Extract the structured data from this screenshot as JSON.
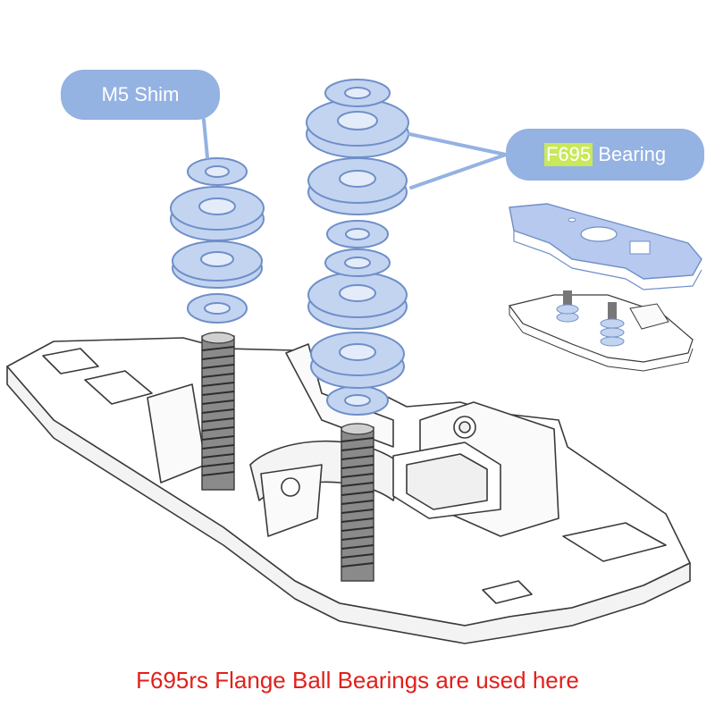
{
  "callouts": {
    "shim_label": "M5 Shim",
    "bearing_part": "F695",
    "bearing_word": "Bearing"
  },
  "caption": "F695rs Flange Ball Bearings are used here",
  "colors": {
    "callout_fill": "#94b2e2",
    "callout_text": "#ffffff",
    "highlight": "#c9e85a",
    "caption_text": "#e0201b",
    "bearing_fill": "#c3d4f1",
    "bearing_stroke": "#6f8fc8",
    "line_art": "#3a3a3a"
  },
  "icons": [
    "bearing-stack-icon",
    "threaded-rod-icon",
    "mounting-plate-icon",
    "assembly-inset-icon"
  ]
}
